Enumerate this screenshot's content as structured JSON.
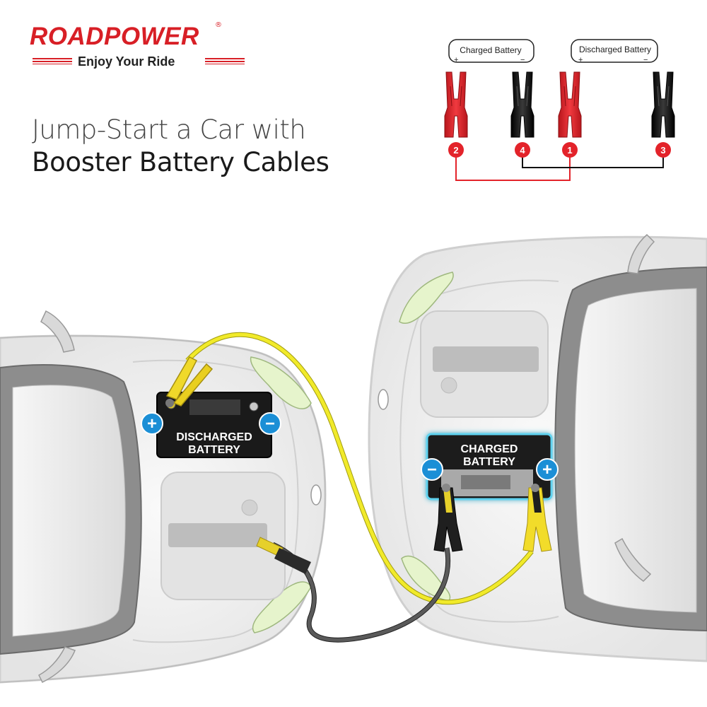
{
  "brand": {
    "name": "ROADPOWER",
    "registered_mark": "®",
    "tagline": "Enjoy Your Ride",
    "color": "#d81f26"
  },
  "title": {
    "line1": "Jump-Start a Car with",
    "line2": "Booster Battery Cables"
  },
  "legend": {
    "charged_label": "Charged Battery",
    "discharged_label": "Discharged Battery",
    "plus": "+",
    "minus": "−",
    "steps": [
      "2",
      "4",
      "1",
      "3"
    ],
    "red": "#e3232a",
    "black": "#111111"
  },
  "scene": {
    "discharged_battery_line1": "DISCHARGED",
    "discharged_battery_line2": "BATTERY",
    "charged_battery_line1": "CHARGED",
    "charged_battery_line2": "BATTERY",
    "positive_symbol": "+",
    "negative_symbol": "−",
    "terminal_color": "#1b8fd6",
    "cable_yellow": "#f1ea2a",
    "cable_black": "#444444"
  }
}
